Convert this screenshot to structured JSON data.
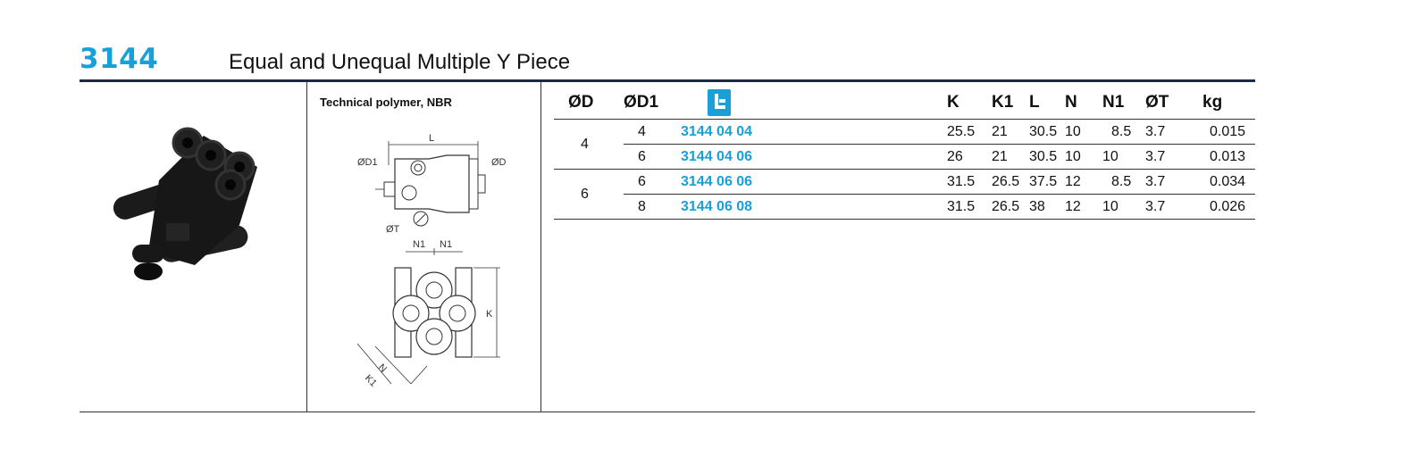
{
  "header": {
    "code": "3144",
    "title": "Equal and Unequal Multiple Y Piece"
  },
  "material": "Technical polymer, NBR",
  "drawing_labels": {
    "L": "L",
    "D1": "ØD1",
    "D": "ØD",
    "T": "ØT",
    "N1a": "N1",
    "N1b": "N1",
    "K": "K",
    "N": "N",
    "K1": "K1"
  },
  "table": {
    "headers": {
      "D": "ØD",
      "D1": "ØD1",
      "K": "K",
      "K1": "K1",
      "L": "L",
      "N": "N",
      "N1": "N1",
      "T": "ØT",
      "kg": "kg"
    },
    "article_icon": "part-number-icon",
    "accent_color": "#1aa0d8",
    "groups": [
      {
        "D": "4",
        "rows": [
          {
            "D1": "4",
            "article": "3144 04 04",
            "K": "25.5",
            "K1": "21",
            "L": "30.5",
            "N": "10",
            "N1": "8.5",
            "T": "3.7",
            "kg": "0.015"
          },
          {
            "D1": "6",
            "article": "3144 04 06",
            "K": "26",
            "K1": "21",
            "L": "30.5",
            "N": "10",
            "N1": "10",
            "T": "3.7",
            "kg": "0.013"
          }
        ]
      },
      {
        "D": "6",
        "rows": [
          {
            "D1": "6",
            "article": "3144 06 06",
            "K": "31.5",
            "K1": "26.5",
            "L": "37.5",
            "N": "12",
            "N1": "8.5",
            "T": "3.7",
            "kg": "0.034"
          },
          {
            "D1": "8",
            "article": "3144 06 08",
            "K": "31.5",
            "K1": "26.5",
            "L": "38",
            "N": "12",
            "N1": "10",
            "T": "3.7",
            "kg": "0.026"
          }
        ]
      }
    ]
  }
}
